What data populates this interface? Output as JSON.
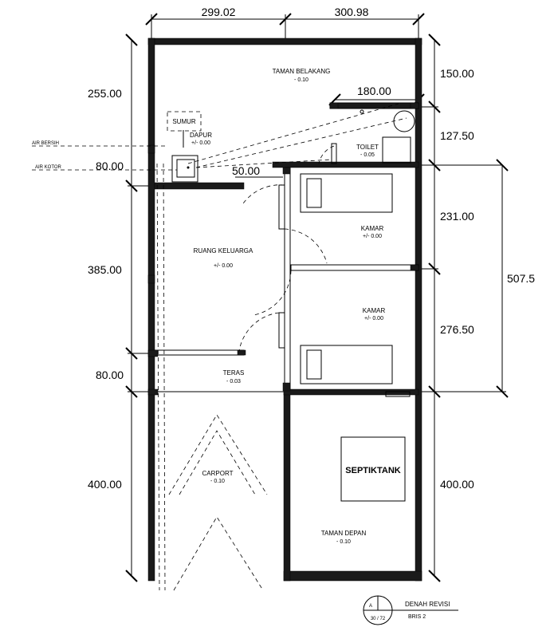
{
  "dimensions": {
    "top_left": "299.02",
    "top_right": "300.98",
    "left_taman_belakang": "255.00",
    "left_80_upper": "80.00",
    "left_ruang_keluarga": "385.00",
    "left_80_lower": "80.00",
    "left_carport": "400.00",
    "right_150": "150.00",
    "right_toilet": "127.50",
    "right_kamar1": "231.00",
    "right_kamar2": "276.50",
    "right_taman_depan": "400.00",
    "right_total": "507.5",
    "inner_180": "180.00",
    "inner_50": "50.00"
  },
  "pipes": {
    "air_bersih": "AIR BERSIH",
    "air_kotor": "AIR KOTOR"
  },
  "rooms": {
    "taman_belakang": {
      "name": "TAMAN BELAKANG",
      "level": "- 0.10"
    },
    "sumur": {
      "name": "SUMUR"
    },
    "dapur": {
      "name": "DAPUR",
      "level": "+/- 0.00"
    },
    "toilet": {
      "name": "TOILET",
      "level": "- 0.05"
    },
    "kamar1": {
      "name": "KAMAR",
      "level": "+/- 0.00"
    },
    "ruang_keluarga": {
      "name": "RUANG KELUARGA",
      "level": "+/- 0.00"
    },
    "kamar2": {
      "name": "KAMAR",
      "level": "+/- 0.00"
    },
    "teras": {
      "name": "TERAS",
      "level": "- 0.03"
    },
    "carport": {
      "name": "CARPORT",
      "level": "- 0.10"
    },
    "septiktank": {
      "name": "SEPTIKTANK"
    },
    "taman_depan": {
      "name": "TAMAN DEPAN",
      "level": "- 0.10"
    }
  },
  "title_block": {
    "letter": "A",
    "scale": "30 / 72",
    "title": "DENAH REVISI",
    "subtitle": "BRIS 2"
  }
}
